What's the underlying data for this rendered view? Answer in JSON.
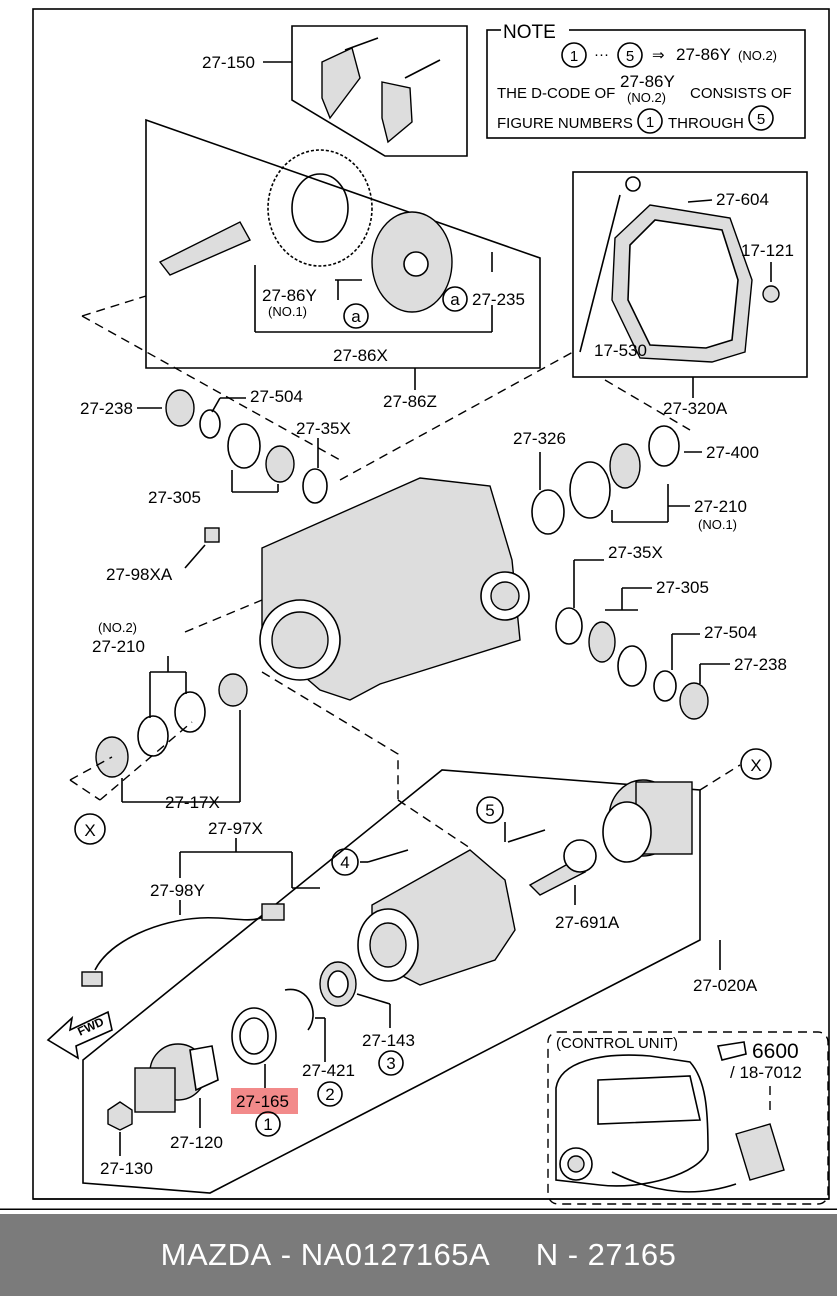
{
  "note": {
    "title": "NOTE",
    "line1_circle_a": "1",
    "line1_dots": "···",
    "line1_circle_b": "5",
    "line1_arrow": "⇒",
    "line1_code": "27-86Y",
    "line1_no": "(NO.2)",
    "line2_a": "THE D-CODE OF",
    "line2_code": "27-86Y",
    "line2_no": "(NO.2)",
    "line2_b": "CONSISTS OF",
    "line3_a": "FIGURE NUMBERS",
    "line3_circle_a": "1",
    "line3_b": "THROUGH",
    "line3_circle_b": "5"
  },
  "labels": {
    "p27_150": "27-150",
    "p27_86y": "27-86Y",
    "p27_86y_no": "(NO.1)",
    "p27_235": "27-235",
    "circle_a1": "a",
    "circle_a2": "a",
    "p27_86x": "27-86X",
    "p27_86z": "27-86Z",
    "p27_604": "27-604",
    "p17_121": "17-121",
    "p17_530": "17-530",
    "p27_320a": "27-320A",
    "p27_238_l": "27-238",
    "p27_504_l": "27-504",
    "p27_35x_l": "27-35X",
    "p27_305_l": "27-305",
    "p27_326": "27-326",
    "p27_400": "27-400",
    "p27_210_r": "27-210",
    "p27_210_r_no": "(NO.1)",
    "p27_98xa": "27-98XA",
    "p27_35x_r": "27-35X",
    "p27_305_r": "27-305",
    "p27_504_r": "27-504",
    "p27_238_r": "27-238",
    "p27_210_l_no": "(NO.2)",
    "p27_210_l": "27-210",
    "p27_17x": "27-17X",
    "circle_x1": "X",
    "circle_x2": "X",
    "p27_97x": "27-97X",
    "p27_98y": "27-98Y",
    "circle_4": "4",
    "circle_5": "5",
    "p27_691a": "27-691A",
    "p27_020a": "27-020A",
    "fwd": "FWD",
    "p27_143": "27-143",
    "circle_3": "3",
    "p27_421": "27-421",
    "circle_2": "2",
    "p27_165": "27-165",
    "circle_1": "1",
    "p27_120": "27-120",
    "p27_130": "27-130",
    "control_unit": "(CONTROL UNIT)",
    "ref_6600": "6600",
    "ref_18_7012": "/ 18-7012"
  },
  "highlight_color": "#f28a8a",
  "footer": {
    "brand": "MAZDA",
    "sep1": " - ",
    "part_number": "NA0127165A",
    "sep2": "     N - ",
    "ref_number": "27165"
  }
}
